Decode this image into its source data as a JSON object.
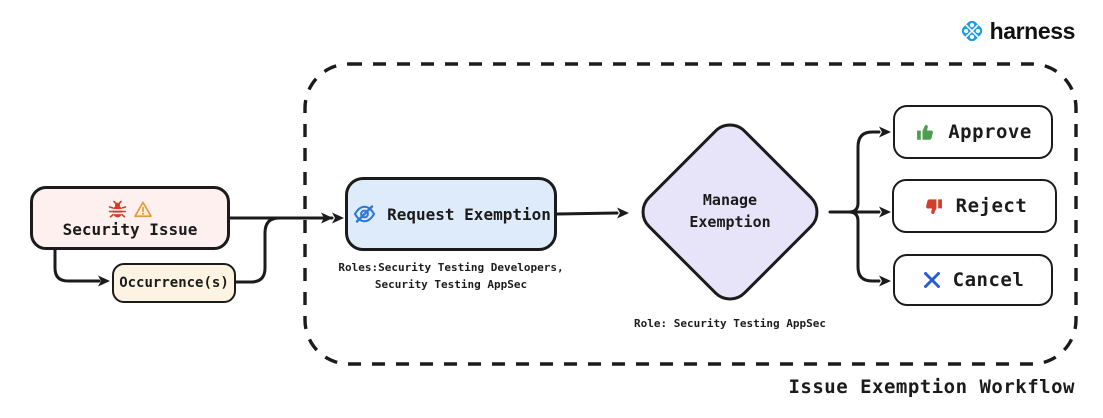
{
  "brand": {
    "name": "harness",
    "icon": "harness-logo-icon",
    "color": "#1b9ce1"
  },
  "workflow": {
    "title": "Issue Exemption Workflow",
    "nodes": {
      "security_issue": {
        "label": "Security Issue",
        "icons": [
          "bug-icon",
          "warning-icon"
        ],
        "fill": "#fdf0ee"
      },
      "occurrence": {
        "label": "Occurrence(s)",
        "fill": "#fcf3e2"
      },
      "request_exemption": {
        "label": "Request Exemption",
        "icon": "eye-off-icon",
        "fill": "#ddebfa",
        "roles_note": "Roles:Security Testing Developers,\nSecurity Testing AppSec"
      },
      "manage_exemption": {
        "label": "Manage\nExemption",
        "fill": "#e7e4fa",
        "role_note": "Role: Security Testing AppSec"
      },
      "approve": {
        "label": "Approve",
        "icon": "thumbs-up-icon",
        "icon_color": "#4d9e51"
      },
      "reject": {
        "label": "Reject",
        "icon": "thumbs-down-icon",
        "icon_color": "#cf3f2c"
      },
      "cancel": {
        "label": "Cancel",
        "icon": "x-icon",
        "icon_color": "#2a5bd7"
      }
    },
    "edges": [
      "security_issue -> occurrence",
      "security_issue -> request_exemption",
      "occurrence -> request_exemption",
      "request_exemption -> manage_exemption",
      "manage_exemption -> approve",
      "manage_exemption -> reject",
      "manage_exemption -> cancel"
    ]
  },
  "colors": {
    "ink": "#1b1b1b",
    "security_fill": "#fdf0ee",
    "occurrence_fill": "#fcf3e2",
    "request_fill": "#ddebfa",
    "diamond_fill": "#e7e4fa",
    "bug_red": "#d43b2a",
    "warning_orange": "#e8993c",
    "eye_blue": "#2e77d4",
    "approve_green": "#4d9e51",
    "reject_red": "#cf3f2c",
    "cancel_blue": "#2a5bd7",
    "harness_blue": "#1b9ce1"
  }
}
